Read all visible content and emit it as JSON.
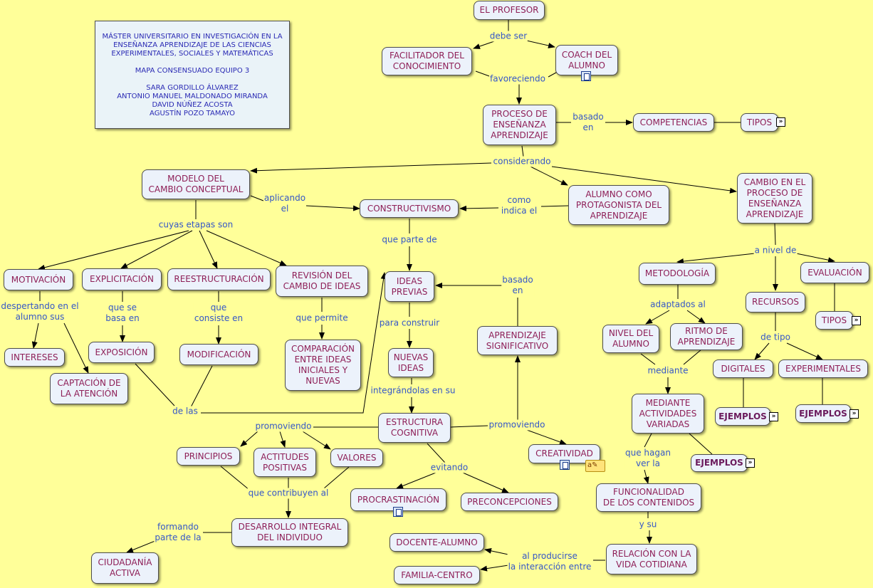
{
  "info_box": {
    "title": "MÁSTER UNIVERSITARIO EN INVESTIGACIÓN EN LA\nENSEÑANZA APRENDIZAJE DE LAS CIENCIAS\nEXPERIMENTALES, SOCIALES Y MATEMÁTICAS",
    "subtitle": "MAPA CONSENSUADO EQUIPO 3",
    "authors": "SARA GORDILLO ÁLVAREZ\nANTONIO MANUEL MALDONADO MIRANDA\nDAVID NÚÑEZ ACOSTA\nAGUSTÍN POZO TAMAYO"
  },
  "concepts": {
    "profesor": "EL PROFESOR",
    "facilitador": "FACILITADOR DEL\nCONOCIMIENTO",
    "coach": "COACH DEL\nALUMNO",
    "proceso": "PROCESO DE\nENSEÑANZA\nAPRENDIZAJE",
    "competencias": "COMPETENCIAS",
    "tipos1": "TIPOS",
    "modelo": "MODELO DEL\nCAMBIO CONCEPTUAL",
    "constructivismo": "CONSTRUCTIVISMO",
    "alumno_prot": "ALUMNO COMO\nPROTAGONISTA DEL\nAPRENDIZAJE",
    "cambio": "CAMBIO EN EL\nPROCESO DE\nENSEÑANZA\nAPRENDIZAJE",
    "motivacion": "MOTIVACIÓN",
    "explicitacion": "EXPLICITACIÓN",
    "reestructuracion": "REESTRUCTURACIÓN",
    "revision": "REVISIÓN DEL\nCAMBIO DE IDEAS",
    "ideas_previas": "IDEAS\nPREVIAS",
    "metodologia": "METODOLOGÍA",
    "evaluacion": "EVALUACIÓN",
    "recursos": "RECURSOS",
    "tipos2": "TIPOS",
    "intereses": "INTERESES",
    "captacion": "CAPTACIÓN DE\nLA ATENCIÓN",
    "exposicion": "EXPOSICIÓN",
    "modificacion": "MODIFICACIÓN",
    "comparacion": "COMPARACIÓN\nENTRE IDEAS\nINICIALES Y\nNUEVAS",
    "nuevas_ideas": "NUEVAS\nIDEAS",
    "aprendizaje_sig": "APRENDIZAJE\nSIGNIFICATIVO",
    "nivel": "NIVEL DEL\nALUMNO",
    "ritmo": "RITMO DE\nAPRENDIZAJE",
    "digitales": "DIGITALES",
    "experimentales": "EXPERIMENTALES",
    "ejemplos1": "EJEMPLOS",
    "ejemplos2": "EJEMPLOS",
    "mediante_act": "MEDIANTE\nACTIVIDADES\nVARIADAS",
    "ejemplos3": "EJEMPLOS",
    "estructura": "ESTRUCTURA\nCOGNITIVA",
    "creatividad": "CREATIVIDAD",
    "principios": "PRINCIPIOS",
    "actitudes": "ACTITUDES\nPOSITIVAS",
    "valores": "VALORES",
    "procrastinacion": "PROCRASTINACIÓN",
    "preconcepciones": "PRECONCEPCIONES",
    "funcionalidad": "FUNCIONALIDAD\nDE LOS CONTENIDOS",
    "desarrollo": "DESARROLLO INTEGRAL\nDEL INDIVIDUO",
    "ciudadania": "CIUDADANÍA\nACTIVA",
    "docente": "DOCENTE-ALUMNO",
    "familia": "FAMILIA-CENTRO",
    "relacion": "RELACIÓN CON LA\nVIDA COTIDIANA"
  },
  "linking_phrases": {
    "debe_ser": "debe ser",
    "favoreciendo": "favoreciendo",
    "basado_en_1": "basado\nen",
    "considerando": "considerando",
    "aplicando_el": "aplicando\nel",
    "como_indica": "como\nindica el",
    "cuyas_etapas": "cuyas etapas son",
    "que_parte_de": "que parte de",
    "a_nivel_de": "a nivel de",
    "despertando": "despertando en el\nalumno sus",
    "que_se_basa": "que se\nbasa en",
    "que_consiste": "que\nconsiste en",
    "que_permite": "que permite",
    "para_construir": "para construir",
    "basado_en_2": "basado\nen",
    "adaptados_al": "adaptados al",
    "de_tipo": "de tipo",
    "mediante": "mediante",
    "integrandolas": "integrándolas en su",
    "de_las": "de las",
    "promoviendo_1": "promoviendo",
    "promoviendo_2": "promoviendo",
    "evitando": "evitando",
    "que_hagan": "que hagan\nver la",
    "que_contribuyen": "que contribuyen al",
    "y_su": "y su",
    "formando": "formando\nparte de la",
    "al_producirse": "al producirse\nla interacción entre"
  }
}
